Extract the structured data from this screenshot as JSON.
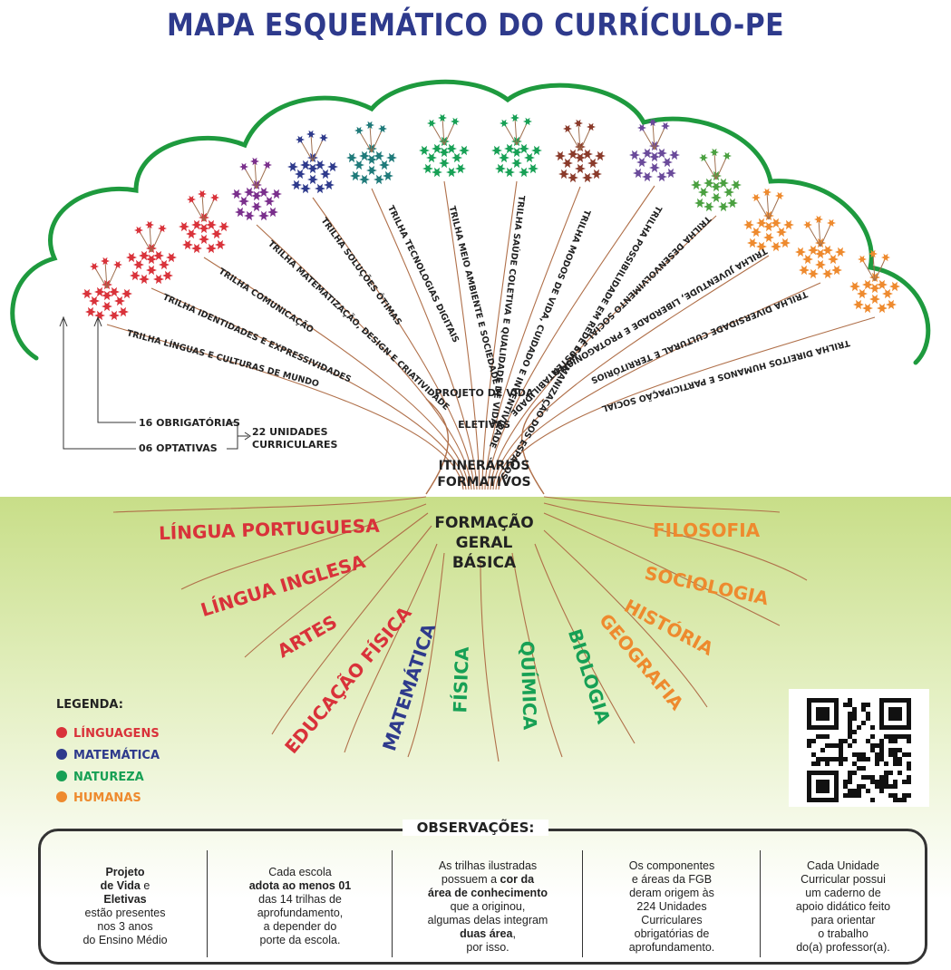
{
  "title": "MAPA ESQUEMÁTICO DO CURRÍCULO-PE",
  "colors": {
    "linguagens": "#d9323a",
    "matematica": "#2e3a8c",
    "natureza": "#17a055",
    "humanas": "#ee8a2e",
    "crown": "#1e9a3e",
    "branch": "#b0704a"
  },
  "trails": [
    "TRILHA LÍNGUAS E CULTURAS DE MUNDO",
    "TRILHA IDENTIDADES E EXPRESSIVIDADES",
    "TRILHA COMUNICAÇÃO",
    "TRILHA MATEMATIZAÇÃO, DESIGN E CRIATIVIDADE",
    "TRILHA SOLUÇÕES ÓTIMAS",
    "TRILHA TECNOLOGIAS DIGITAIS",
    "TRILHA MEIO AMBIENTE E SOCIEDADE",
    "TRILHA SAÚDE COLETIVA E QUALIDADE DE VIDA",
    "TRILHA MODOS DE VIDA, CUIDADO E INVENTIVIDADE",
    "TRILHA POSSIBILIDADE EM REDE E HUMANIZAÇÃO DOS ESPAÇOS",
    "TRILHA DESENVOLVIMENTO SOCIAL E SUSTENTABILIDADE",
    "TRILHA JUVENTUDE, LIBERDADE E PROTAGONISMO",
    "TRILHA DIVERSIDADE CULTURAL E TERRITÓRIOS",
    "TRILHA DIREITOS HUMANOS E PARTICIPAÇÃO SOCIAL"
  ],
  "trunk": {
    "projeto_de_vida": "PROJETO DE VIDA",
    "eletivas": "ELETIVAS",
    "itinerarios_line1": "ITINERÁRIOS",
    "itinerarios_line2": "FORMATIVOS",
    "fgb_line1": "FORMAÇÃO",
    "fgb_line2": "GERAL",
    "fgb_line3": "BÁSICA"
  },
  "counts": {
    "obrigatorias": "16 OBRIGATÓRIAS",
    "optativas": "06 OPTATIVAS",
    "unidades_line1": "22 UNIDADES",
    "unidades_line2": "CURRICULARES"
  },
  "subjects": [
    "LÍNGUA PORTUGUESA",
    "LÍNGUA INGLESA",
    "ARTES",
    "EDUCAÇÃO FÍSICA",
    "MATEMÁTICA",
    "FÍSICA",
    "QUÍMICA",
    "BIOLOGIA",
    "GEOGRAFIA",
    "HISTÓRIA",
    "SOCIOLOGIA",
    "FILOSOFIA"
  ],
  "legend": {
    "title": "LEGENDA:",
    "items": [
      "LÍNGUAGENS",
      "MATEMÁTICA",
      "NATUREZA",
      "HUMANAS"
    ]
  },
  "observations": {
    "title": "OBSERVAÇÕES:",
    "col1": {
      "l1": "Projeto",
      "l2a": "de Vida",
      "l2b": " e",
      "l3": "Eletivas",
      "l4": "estão presentes",
      "l5": "nos 3 anos",
      "l6": "do Ensino Médio"
    },
    "col2": {
      "l1": "Cada escola",
      "l2": "adota ao menos 01",
      "l3": "das 14 trilhas de",
      "l4": "aprofundamento,",
      "l5": "a depender do",
      "l6": "porte da escola."
    },
    "col3": {
      "l1": "As trilhas ilustradas",
      "l2a": "possuem a ",
      "l2b": "cor da",
      "l3": "área de conhecimento",
      "l4": "que a originou,",
      "l5": "algumas delas integram",
      "l6": "duas área",
      "l6b": ",",
      "l7": "por isso."
    },
    "col4": {
      "l1": "Os componentes",
      "l2": "e áreas da FGB",
      "l3": "deram origem às",
      "l4": "224 Unidades",
      "l5": "Curriculares",
      "l6": "obrigatórias de",
      "l7": "aprofundamento."
    },
    "col5": {
      "l1": "Cada Unidade",
      "l2": "Curricular possui",
      "l3": "um caderno de",
      "l4": "apoio didático feito",
      "l5": "para orientar",
      "l6": "o trabalho",
      "l7": "do(a) professor(a)."
    }
  }
}
